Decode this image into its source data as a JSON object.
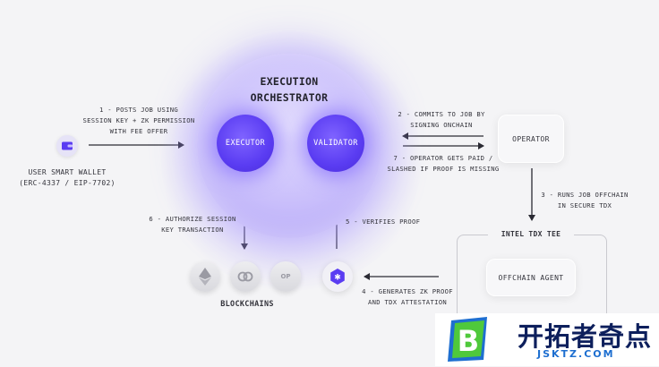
{
  "orchestrator": {
    "title_line1": "EXECUTION",
    "title_line2": "ORCHESTRATOR"
  },
  "executor": {
    "label": "EXECUTOR"
  },
  "validator": {
    "label": "VALIDATOR"
  },
  "operator": {
    "label": "OPERATOR"
  },
  "wallet": {
    "line1": "USER SMART WALLET",
    "line2": "(ERC-4337 / EIP-7702)"
  },
  "tee": {
    "title": "INTEL TDX TEE",
    "agent_label": "OFFCHAIN AGENT"
  },
  "blockchains": {
    "label": "BLOCKCHAINS",
    "icons": [
      "ethereum-icon",
      "polygon-icon",
      "op-icon"
    ],
    "op_text": "OP"
  },
  "steps": {
    "s1": [
      "1 - POSTS JOB USING",
      "SESSION KEY + ZK PERMISSION",
      "WITH FEE OFFER"
    ],
    "s2": [
      "2 - COMMITS TO JOB BY",
      "SIGNING ONCHAIN"
    ],
    "s3": [
      "3 - RUNS JOB OFFCHAIN",
      "IN SECURE TDX"
    ],
    "s4": [
      "4 - GENERATES ZK PROOF",
      "AND TDX ATTESTATION"
    ],
    "s5": [
      "5 - VERIFIES PROOF"
    ],
    "s6": [
      "6 - AUTHORIZE SESSION",
      "KEY TRANSACTION"
    ],
    "s7": [
      "7 - OPERATOR GETS PAID /",
      "SLASHED IF PROOF IS MISSING"
    ]
  },
  "watermark": {
    "name": "开拓者奇点",
    "url": "JSKTZ.COM",
    "logo_letter": "B"
  },
  "colors": {
    "accent": "#5a3cf2",
    "background": "#f4f4f6",
    "arrow": "#2a2a33"
  }
}
